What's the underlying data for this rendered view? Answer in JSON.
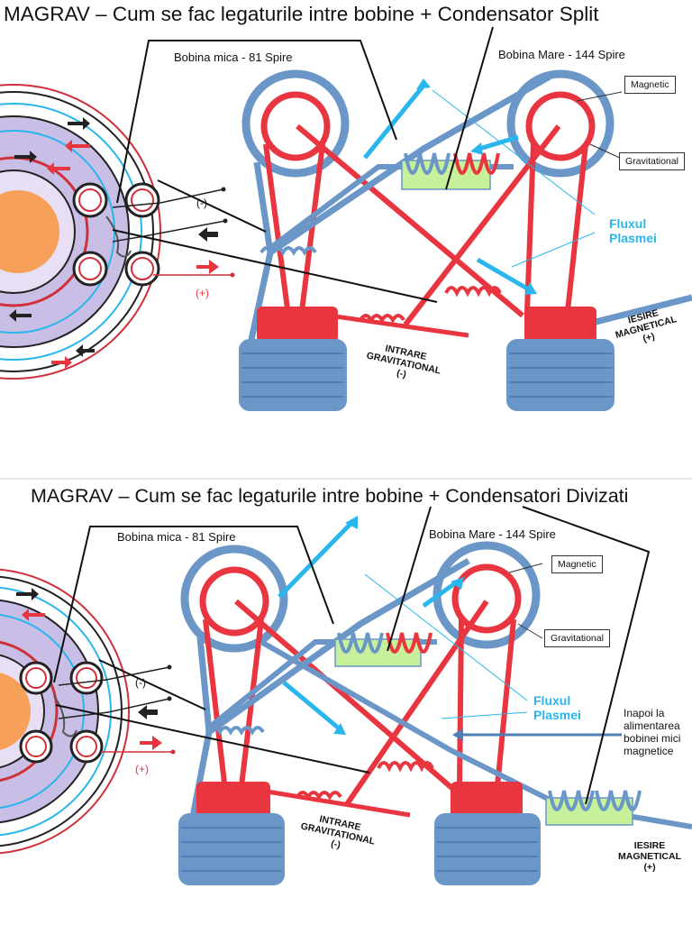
{
  "panels": [
    {
      "title": "MAGRAV – Cum se fac legaturile intre bobine + Condensator Split",
      "small_coil": "Bobina mica - 81 Spire",
      "large_coil": "Bobina Mare - 144 Spire",
      "magnetic": "Magnetic",
      "gravitational": "Gravitational",
      "flux_line1": "Fluxul",
      "flux_line2": "Plasmei",
      "input_line1": "INTRARE",
      "input_line2": "GRAVITATIONAL",
      "input_sign": "(-)",
      "output_line1": "IESIRE",
      "output_line2": "MAGNETICAL",
      "output_sign": "(+)",
      "minus_sign": "(-)",
      "plus_sign": "(+)"
    },
    {
      "title": "MAGRAV – Cum se fac legaturile intre bobine + Condensatori Divizati",
      "small_coil": "Bobina mica - 81 Spire",
      "large_coil": "Bobina Mare - 144 Spire",
      "magnetic": "Magnetic",
      "gravitational": "Gravitational",
      "flux_line1": "Fluxul",
      "flux_line2": "Plasmei",
      "return_line1": "Inapoi la",
      "return_line2": "alimentarea",
      "return_line3": "bobinei mici",
      "return_line4": "magnetice",
      "input_line1": "INTRARE",
      "input_line2": "GRAVITATIONAL",
      "input_sign": "(-)",
      "output_line1": "IESIRE",
      "output_line2": "MAGNETICAL",
      "output_sign": "(+)",
      "minus_sign": "(-)",
      "plus_sign": "(+)"
    }
  ],
  "colors": {
    "blue_wire": "#6a96c8",
    "blue_dark": "#4f7fb8",
    "red_wire": "#e8353f",
    "cyan_arrow": "#29b6ec",
    "capacitor": "#c7f09a",
    "core_orange": "#f7a05a",
    "lavender": "#c9bfe6"
  },
  "icons": [
    "arrow-right-icon",
    "arrow-left-icon"
  ]
}
